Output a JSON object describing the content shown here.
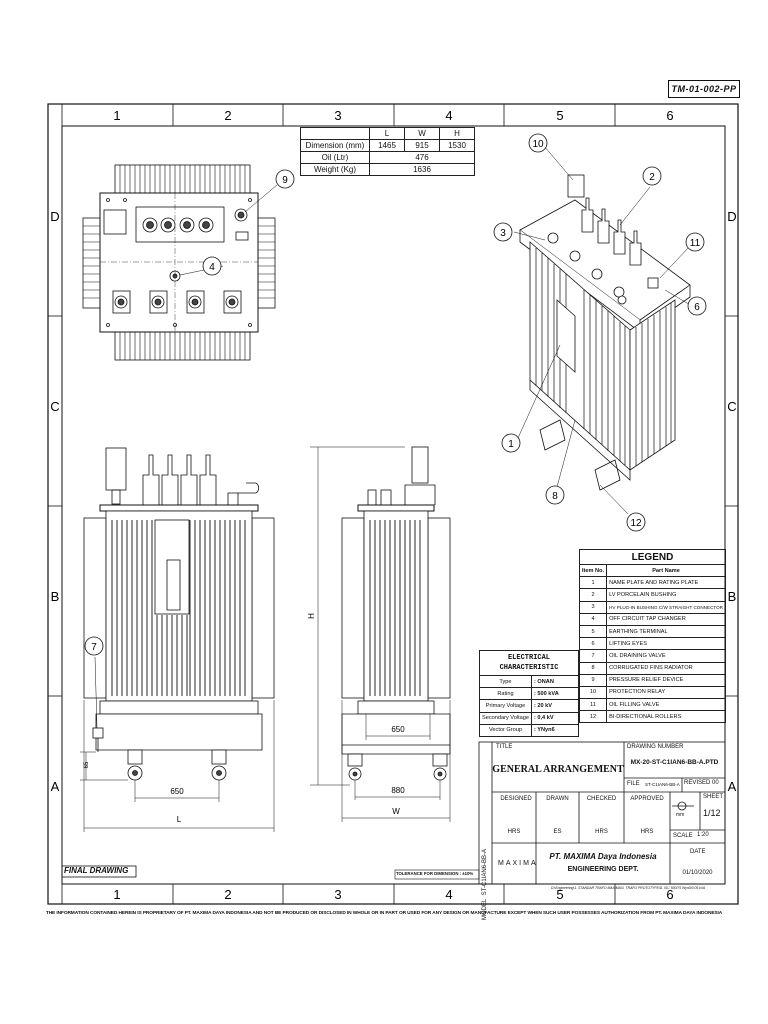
{
  "doc_ref": "TM-01-002-PP",
  "grid": {
    "cols": [
      "1",
      "2",
      "3",
      "4",
      "5",
      "6"
    ],
    "rows": [
      "D",
      "C",
      "B",
      "A"
    ]
  },
  "dimensions_table": {
    "headers": [
      "",
      "L",
      "W",
      "H"
    ],
    "rows": [
      {
        "label": "Dimension (mm)",
        "l": "1465",
        "w": "915",
        "h": "1530"
      },
      {
        "label": "Oil (Ltr)",
        "value": "476"
      },
      {
        "label": "Weight (Kg)",
        "value": "1636"
      }
    ]
  },
  "balloons": [
    "1",
    "2",
    "3",
    "4",
    "6",
    "7",
    "8",
    "9",
    "10",
    "11",
    "12"
  ],
  "drawing_dims": {
    "front_650": "650",
    "front_L": "L",
    "side_650": "650",
    "side_880": "880",
    "side_W": "W",
    "side_H": "H",
    "small_dim": "65"
  },
  "legend": {
    "title": "LEGEND",
    "col_item": "Item No.",
    "col_part": "Part Name",
    "items": [
      {
        "no": "1",
        "name": "NAME PLATE AND RATING PLATE"
      },
      {
        "no": "2",
        "name": "LV PORCELAIN BUSHING"
      },
      {
        "no": "3",
        "name": "HV PLUG-IN BUSHING C/W STRAIGHT CONNECTOR"
      },
      {
        "no": "4",
        "name": "OFF CIRCUIT TAP CHANGER"
      },
      {
        "no": "5",
        "name": "EARTHING TERMINAL"
      },
      {
        "no": "6",
        "name": "LIFTING EYES"
      },
      {
        "no": "7",
        "name": "OIL DRAINING VALVE"
      },
      {
        "no": "8",
        "name": "CORRUGATED FINS RADIATOR"
      },
      {
        "no": "9",
        "name": "PRESSURE RELIEF DEVICE"
      },
      {
        "no": "10",
        "name": "PROTECTION RELAY"
      },
      {
        "no": "11",
        "name": "OIL FILLING VALVE"
      },
      {
        "no": "12",
        "name": "BI-DIRECTIONAL ROLLERS"
      }
    ]
  },
  "electrical": {
    "title1": "ELECTRICAL",
    "title2": "CHARACTERISTIC",
    "rows": [
      {
        "k": "Type",
        "v": ": ONAN"
      },
      {
        "k": "Rating",
        "v": ": 500 kVA"
      },
      {
        "k": "Primary Voltage",
        "v": ": 20 kV"
      },
      {
        "k": "Secondary Voltage",
        "v": ": 0,4 kV"
      },
      {
        "k": "Vector Group",
        "v": ": YNyn6"
      }
    ]
  },
  "title_block": {
    "title_label": "TITLE",
    "title": "GENERAL ARRANGEMENT",
    "drawing_number_label": "DRAWING NUMBER",
    "drawing_number": "MX-20-ST-C1IAN6-BB-A.PTD",
    "file_label": "FILE",
    "file": "ST-C1IAN6-BB-A",
    "revised_label": "REVISED",
    "revised": "00",
    "sheet_label": "SHEET",
    "sheet": "1/12",
    "unit": "mm",
    "scale_label": "SCALE",
    "scale": "1:20",
    "date_label": "DATE",
    "date": "01/10/2020",
    "designed_label": "DESIGNED",
    "drawn_label": "DRAWN",
    "checked_label": "CHECKED",
    "approved_label": "APPROVED",
    "designed": "HRS",
    "drawn": "ES",
    "checked": "HRS",
    "approved": "HRS",
    "model_label": "MODEL",
    "model": "ST-C1IAN6-BB-A",
    "company": "PT. MAXIMA Daya Indonesia",
    "dept": "ENGINEERING DEPT.",
    "logo": "MAXIMA",
    "path": "D:\\Engineering\\1. STANDAR TRAFO MAXIMA\\3. TRAFO PROTOTYPE\\D. ISC 500/75 Wyn0/0.05 kVA"
  },
  "final_drawing": "FINAL DRAWING",
  "tolerance": "TOLERANCE FOR DIMENSION : ±10%",
  "footer": "THE INFORMATION CONTAINED HEREIN IS PROPRIETARY OF PT. MAXIMA DAYA INDONESIA AND NOT BE PRODUCED OR DISCLOSED IN WHOLE OR IN PART OR USED FOR ANY DESIGN OR MANUFACTURE EXCEPT WHEN SUCH USER POSSESSES AUTHORIZATION FROM PT. MAXIMA DAYA INDONESIA"
}
